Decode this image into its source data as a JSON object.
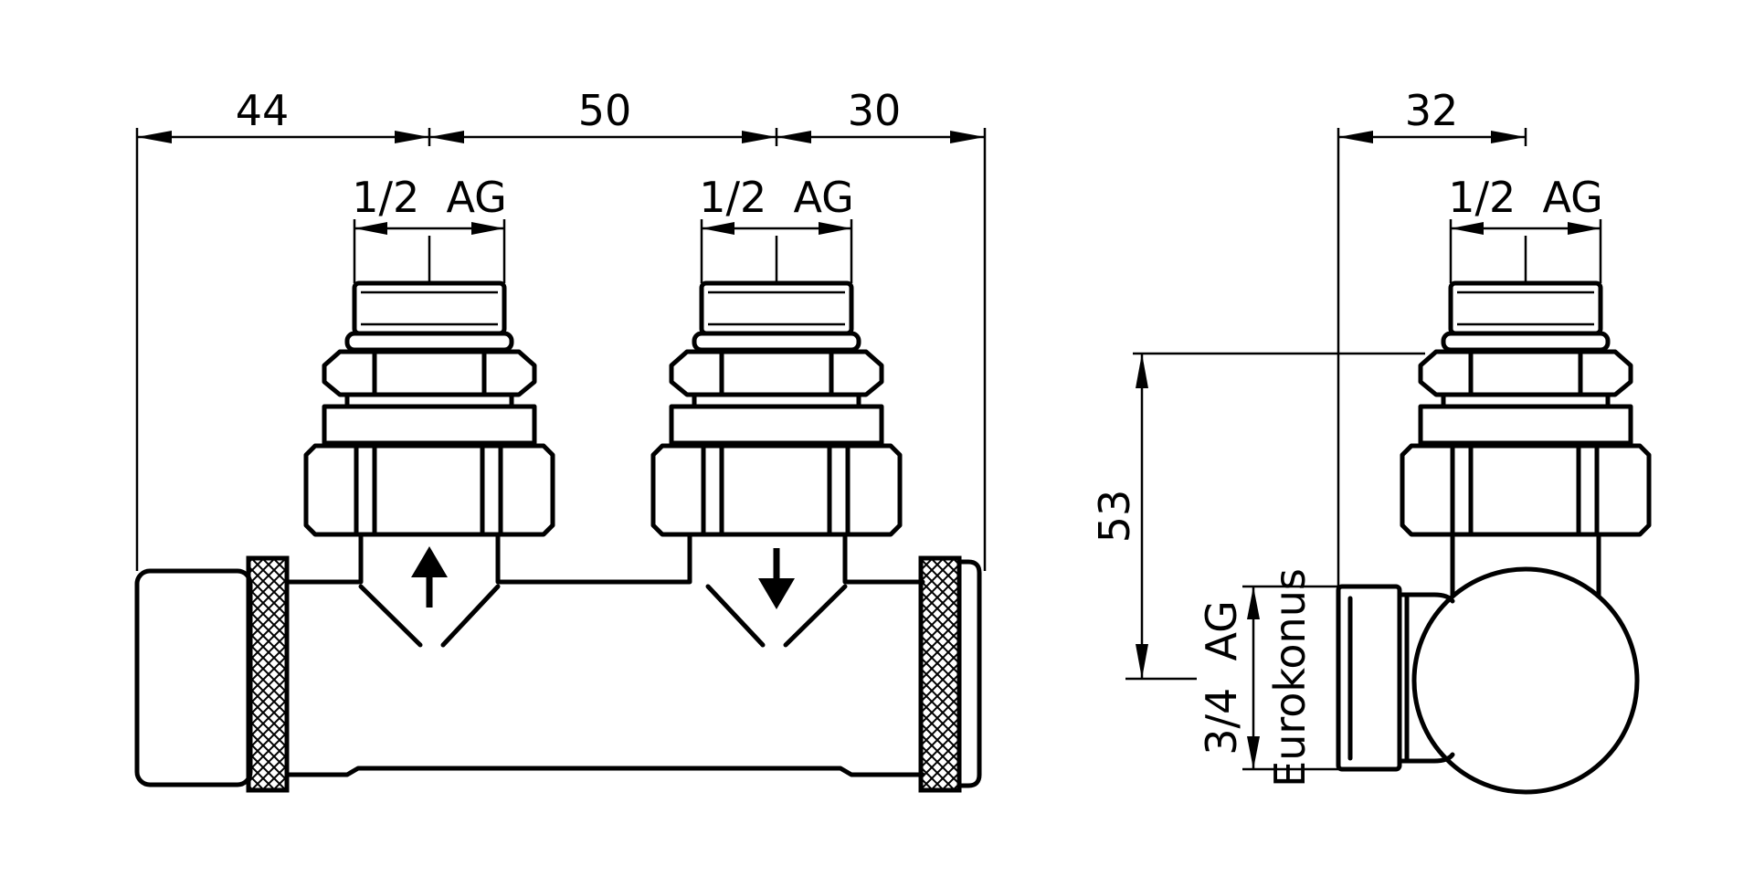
{
  "dimensions": {
    "left_span": "44",
    "middle_span": "50",
    "right_span": "30",
    "side_width": "32",
    "height": "53"
  },
  "threads": {
    "outlet_1": "1/2  AG",
    "outlet_2": "1/2  AG",
    "side_outlet": "1/2  AG",
    "inlet_line1": "3/4  AG",
    "inlet_line2": "Eurokonus"
  },
  "flow": {
    "left_direction": "up",
    "right_direction": "down"
  },
  "colors": {
    "line": "#000000",
    "background": "#ffffff"
  }
}
